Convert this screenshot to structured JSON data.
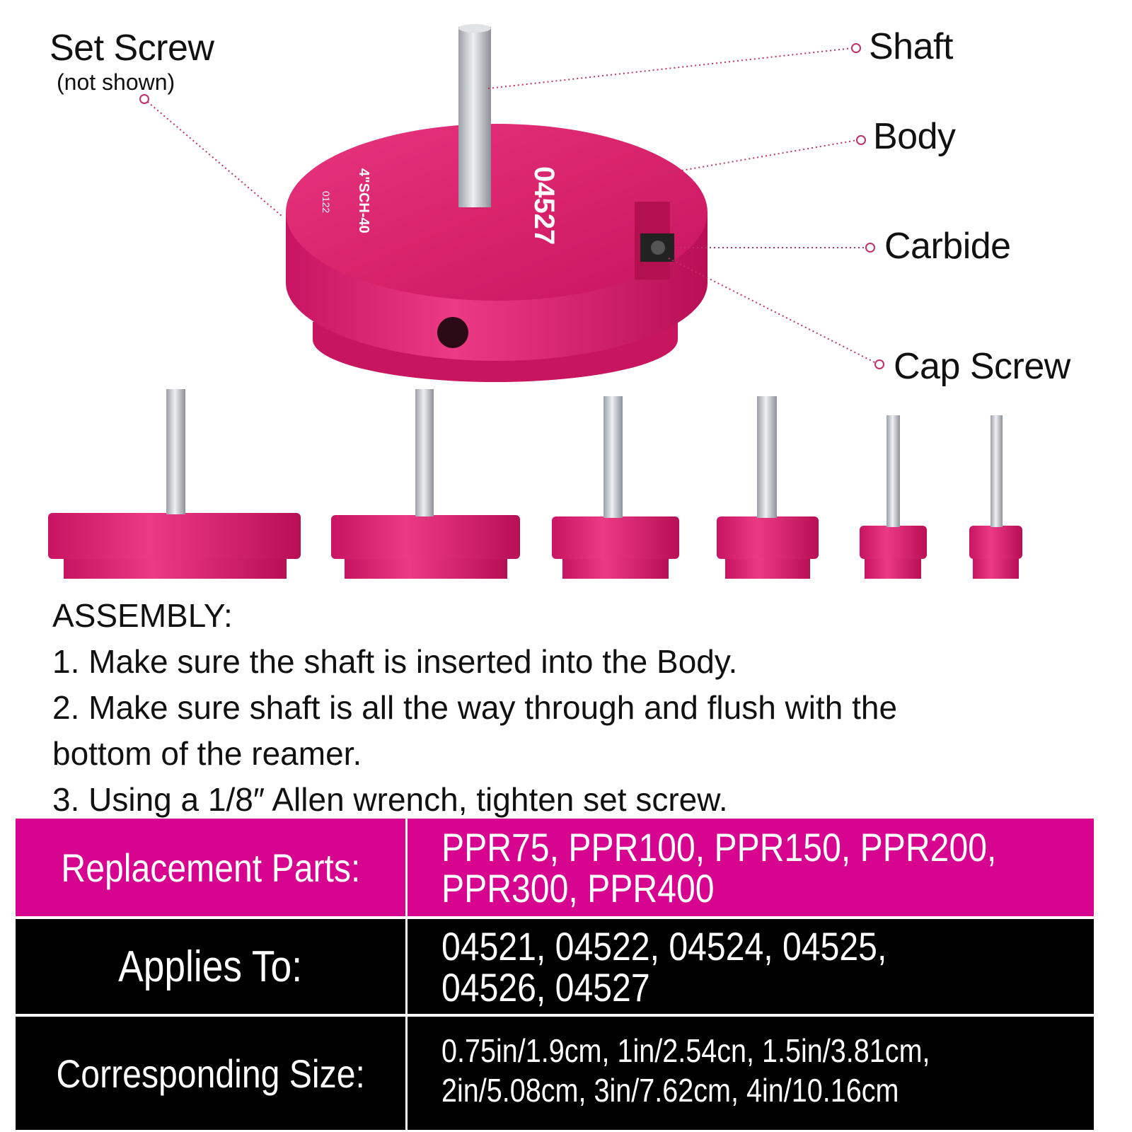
{
  "labels": {
    "set_screw": "Set Screw",
    "set_screw_note": "(not shown)",
    "shaft": "Shaft",
    "body": "Body",
    "carbide": "Carbide",
    "cap_screw": "Cap Screw"
  },
  "product_markings": {
    "model": "04527",
    "size": "4\"SCH-40",
    "code": "0122"
  },
  "assembly": {
    "title": "ASSEMBLY:",
    "steps": [
      "1. Make sure the shaft is inserted into the Body.",
      "2. Make sure shaft is all the way through and flush with the",
      "bottom of the reamer.",
      "3. Using a 1/8″  Allen wrench, tighten set screw."
    ]
  },
  "table": {
    "rows": [
      {
        "label": "Replacement Parts:",
        "lines": [
          "PPR75, PPR100, PPR150, PPR200,",
          "PPR300, PPR400"
        ]
      },
      {
        "label": "Applies To:",
        "lines": [
          "04521, 04522,  04524, 04525,",
          "04526, 04527"
        ]
      },
      {
        "label": "Corresponding Size:",
        "lines": [
          "0.75in/1.9cm, 1in/2.54cn, 1.5in/3.81cm,",
          "2in/5.08cm, 3in/7.62cm, 4in/10.16cm"
        ]
      }
    ]
  },
  "colors": {
    "brand_pink": "#d6048f",
    "body_pink": "#e0206e",
    "black": "#000000"
  }
}
